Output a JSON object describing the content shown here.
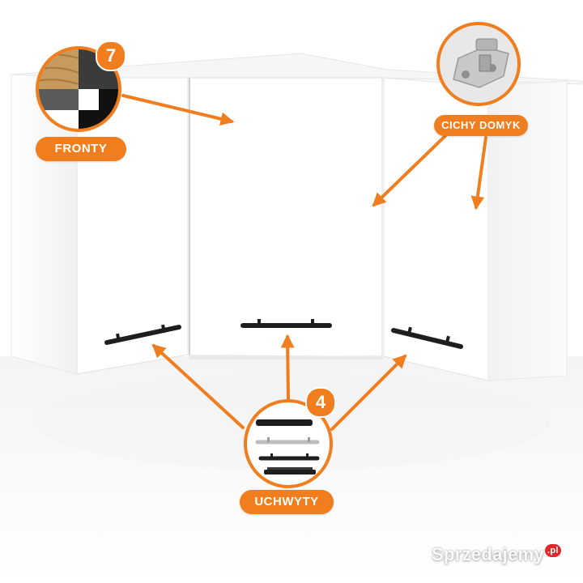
{
  "labels": {
    "fronty": "FRONTY",
    "fronty_count": "7",
    "cichy_domyk": "CICHY DOMYK",
    "uchwyty": "UCHWYTY",
    "uchwyty_count": "4"
  },
  "watermark": {
    "text": "Sprzedajemy",
    "suffix": ".pl"
  },
  "colors": {
    "accent": "#f07d1e",
    "cabinet": "#ffffff",
    "handle": "#1e1e1e",
    "watermark_badge": "#e3262a"
  },
  "icons": [
    "arrow-icon",
    "hinge-icon",
    "color-swatch-icon",
    "handle-icon"
  ]
}
